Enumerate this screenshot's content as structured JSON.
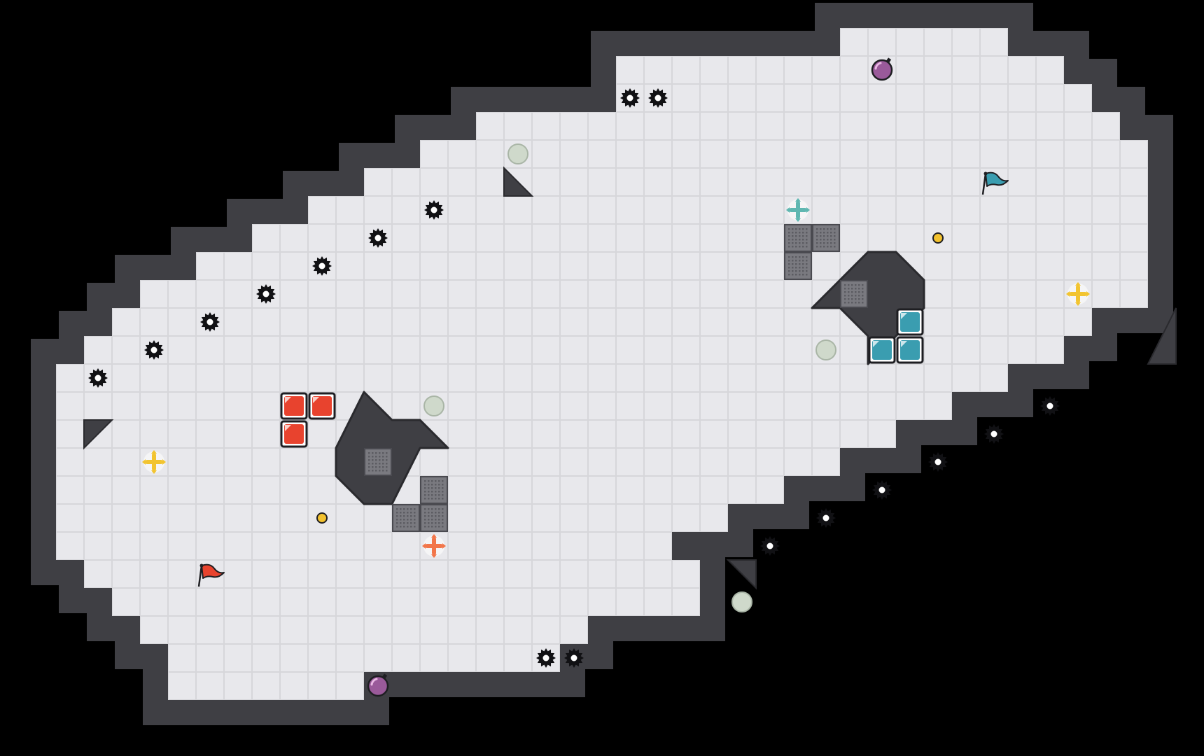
{
  "title": "",
  "board": {
    "cols": 40,
    "rows": 24,
    "background_color": "#000000",
    "floor_color": "#e8e8ec",
    "grid_line_color": "#d6d6da",
    "wall_color": "#3f3f44",
    "wall_edge_color": "#2a2a2e",
    "tile_columns_per_row": [
      [
        29,
        35
      ],
      [
        21,
        37
      ],
      [
        21,
        38
      ],
      [
        16,
        39
      ],
      [
        14,
        40
      ],
      [
        12,
        40
      ],
      [
        10,
        40
      ],
      [
        8,
        40
      ],
      [
        6,
        40
      ],
      [
        4,
        40
      ],
      [
        3,
        38
      ],
      [
        2,
        37
      ],
      [
        1,
        35
      ],
      [
        1,
        33
      ],
      [
        1,
        31
      ],
      [
        1,
        29
      ],
      [
        1,
        27
      ],
      [
        1,
        25
      ],
      [
        1,
        23
      ],
      [
        2,
        24
      ],
      [
        3,
        24
      ],
      [
        4,
        20
      ],
      [
        5,
        19
      ],
      [
        5,
        12
      ]
    ]
  },
  "pieces": {
    "red_team": {
      "color": "#e8432e",
      "blocks": [
        [
          9,
          13
        ],
        [
          10,
          13
        ],
        [
          9,
          14
        ]
      ],
      "flag": [
        6,
        19
      ],
      "flag_color": "#e8432e"
    },
    "blue_team": {
      "color": "#3a9db0",
      "blocks": [
        [
          31,
          10
        ],
        [
          30,
          11
        ],
        [
          31,
          11
        ]
      ],
      "flag": [
        34,
        5
      ],
      "flag_color": "#3a9db0"
    }
  },
  "spikes": [
    [
      21,
      2
    ],
    [
      22,
      2
    ],
    [
      14,
      6
    ],
    [
      12,
      7
    ],
    [
      10,
      8
    ],
    [
      8,
      9
    ],
    [
      6,
      10
    ],
    [
      4,
      11
    ],
    [
      2,
      12
    ],
    [
      36,
      13
    ],
    [
      34,
      14
    ],
    [
      32,
      15
    ],
    [
      30,
      16
    ],
    [
      28,
      17
    ],
    [
      26,
      18
    ],
    [
      18,
      22
    ],
    [
      19,
      22
    ]
  ],
  "metal_crates": [
    [
      27,
      7
    ],
    [
      28,
      7
    ],
    [
      27,
      8
    ],
    [
      29,
      9
    ],
    [
      12,
      15
    ],
    [
      14,
      16
    ],
    [
      13,
      17
    ],
    [
      14,
      17
    ]
  ],
  "plus_markers": [
    {
      "cell": [
        27,
        6
      ],
      "color": "#5fb7b1"
    },
    {
      "cell": [
        37,
        9
      ],
      "color": "#f2c430"
    },
    {
      "cell": [
        4,
        15
      ],
      "color": "#f2c430"
    },
    {
      "cell": [
        14,
        18
      ],
      "color": "#f2764a"
    }
  ],
  "pads": [
    [
      17,
      4
    ],
    [
      14,
      13
    ],
    [
      28,
      11
    ],
    [
      25,
      20
    ]
  ],
  "coins": [
    [
      32,
      7
    ],
    [
      10,
      17
    ]
  ],
  "bombs": [
    [
      30,
      1
    ],
    [
      12,
      23
    ]
  ],
  "obstacles": [
    {
      "name": "left-obstacle",
      "poly": [
        [
          12,
          13
        ],
        [
          13,
          14
        ],
        [
          14,
          14
        ],
        [
          15,
          15
        ],
        [
          14,
          15
        ],
        [
          13,
          17
        ],
        [
          12,
          17
        ],
        [
          11,
          16
        ],
        [
          11,
          15
        ]
      ]
    },
    {
      "name": "right-obstacle",
      "poly": [
        [
          30,
          8
        ],
        [
          31,
          8
        ],
        [
          32,
          9
        ],
        [
          32,
          10
        ],
        [
          30,
          12
        ],
        [
          30,
          11
        ],
        [
          29,
          10
        ],
        [
          28,
          10
        ],
        [
          29,
          9
        ]
      ]
    }
  ],
  "corner_ramps": [
    {
      "name": "ramp-left-top",
      "poly": [
        [
          3,
          14
        ],
        [
          2,
          15
        ],
        [
          2,
          14
        ]
      ]
    },
    {
      "name": "ramp-top",
      "poly": [
        [
          17,
          5
        ],
        [
          18,
          6
        ],
        [
          17,
          6
        ]
      ]
    },
    {
      "name": "ramp-right",
      "poly": [
        [
          41,
          10
        ],
        [
          41,
          12
        ],
        [
          40,
          12
        ]
      ]
    },
    {
      "name": "ramp-bottom",
      "poly": [
        [
          25,
          19
        ],
        [
          26,
          20
        ],
        [
          26,
          19
        ]
      ]
    }
  ]
}
